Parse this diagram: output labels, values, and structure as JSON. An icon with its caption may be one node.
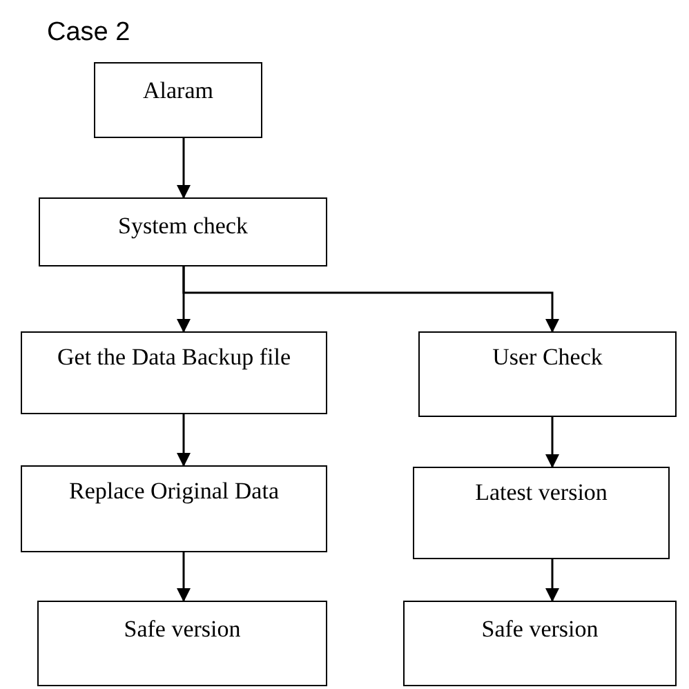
{
  "diagram": {
    "title": "Case 2",
    "nodes": [
      {
        "text": [
          "Alaram"
        ]
      },
      {
        "text": [
          "System check"
        ]
      },
      {
        "text": [
          "Get the Data Backup file"
        ]
      },
      {
        "text": [
          "User Check"
        ]
      },
      {
        "text": [
          "Replace Original Data"
        ]
      },
      {
        "text": [
          "Latest version"
        ]
      },
      {
        "text": [
          "Safe version"
        ]
      },
      {
        "text": [
          "Safe version"
        ]
      }
    ],
    "edges": [
      {
        "from": 0,
        "to": 1,
        "arrow": "to"
      },
      {
        "from": 1,
        "to": 2,
        "arrow": "to"
      },
      {
        "from": 1,
        "to": 3,
        "arrow": "to"
      },
      {
        "from": 2,
        "to": 4,
        "arrow": "to"
      },
      {
        "from": 3,
        "to": 5,
        "arrow": "to"
      },
      {
        "from": 4,
        "to": 6,
        "arrow": "to"
      },
      {
        "from": 5,
        "to": 7,
        "arrow": "to"
      }
    ]
  }
}
